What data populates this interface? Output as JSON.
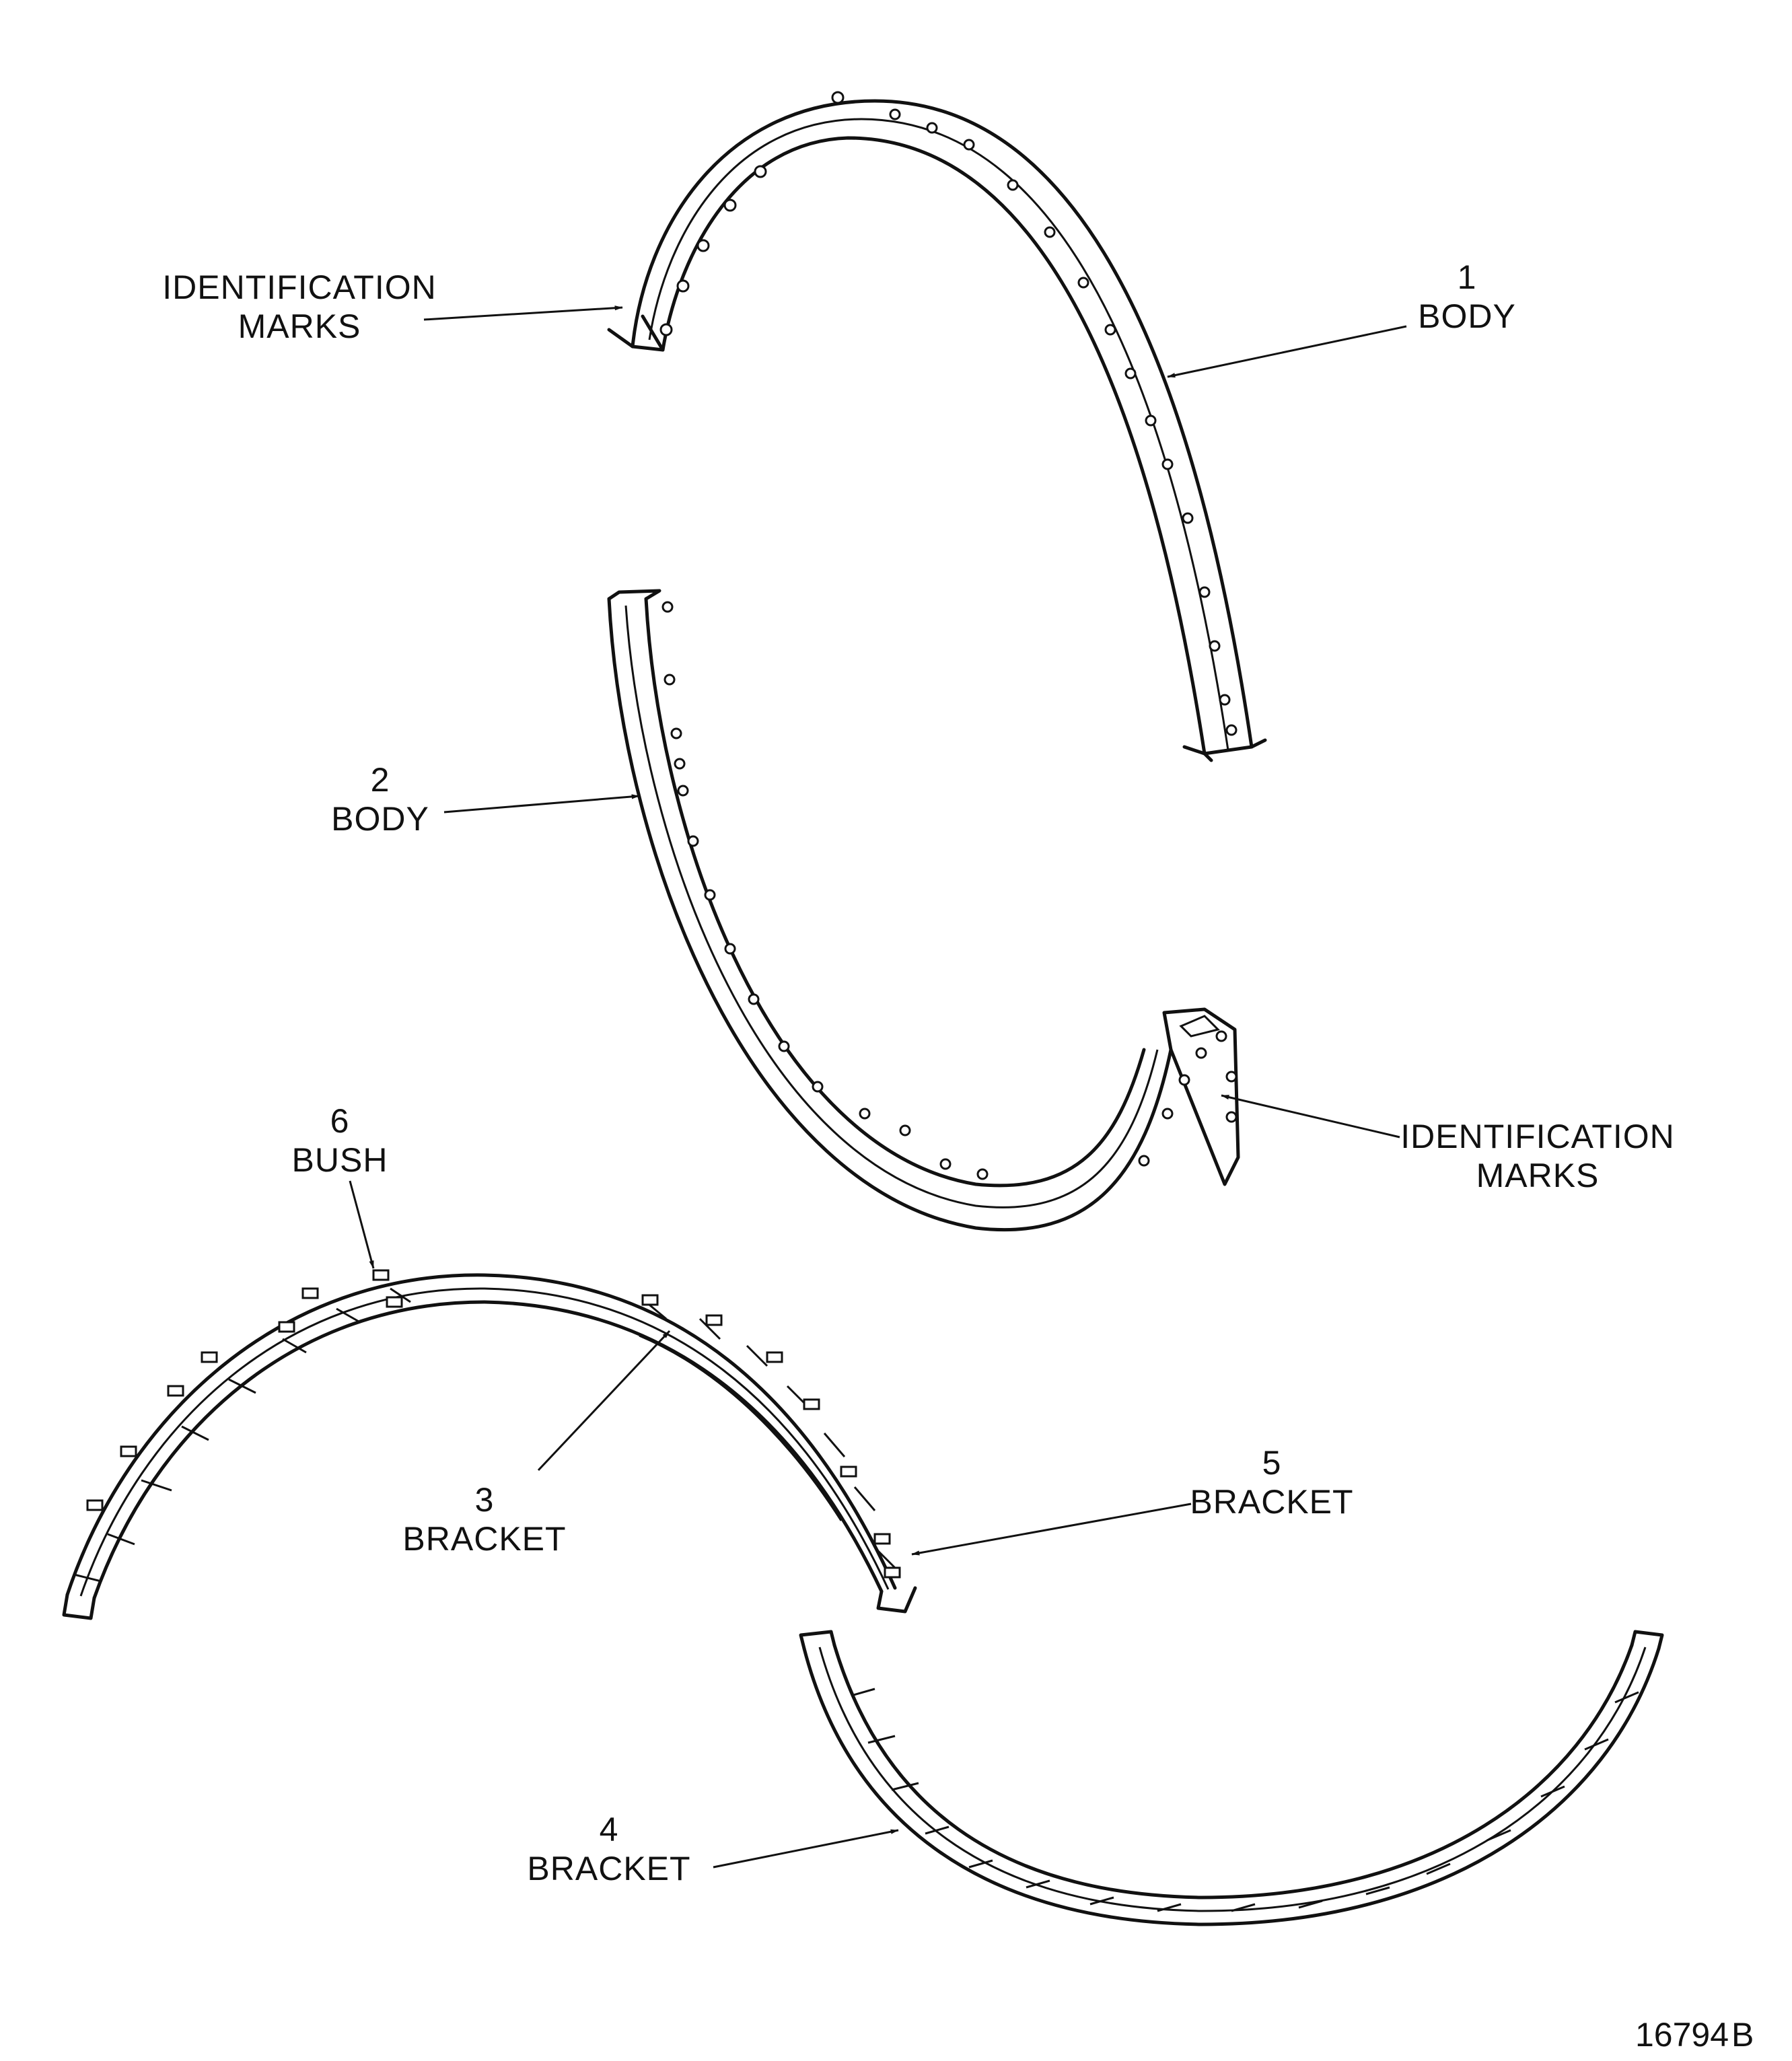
{
  "labels": {
    "id_marks_top_line1": "IDENTIFICATION",
    "id_marks_top_line2": "MARKS",
    "body1_number": "1",
    "body1_name": "BODY",
    "body2_number": "2",
    "body2_name": "BODY",
    "id_marks_mid_line1": "IDENTIFICATION",
    "id_marks_mid_line2": "MARKS",
    "bush6_number": "6",
    "bush6_name": "BUSH",
    "bracket3_number": "3",
    "bracket3_name": "BRACKET",
    "bracket5_number": "5",
    "bracket5_name": "BRACKET",
    "bracket4_number": "4",
    "bracket4_name": "BRACKET",
    "figure_number": "16794",
    "figure_suffix": "B"
  }
}
